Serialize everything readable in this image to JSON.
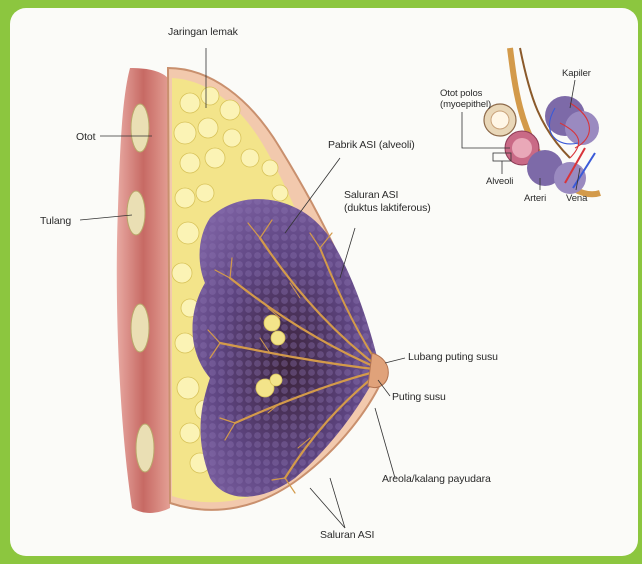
{
  "colors": {
    "border_green": "#8cc63f",
    "background": "#fbfbf8",
    "muscle": "#c9706a",
    "fat": "#f3e48a",
    "gland_tissue": "#5a3f7a",
    "ducts": "#c88a3a",
    "skin": "#f0c3a8",
    "bone": "#e6d7a6"
  },
  "labels": {
    "jaringan_lemak": "Jaringan lemak",
    "otot": "Otot",
    "tulang": "Tulang",
    "pabrik_asi": "Pabrik ASI (alveoli)",
    "saluran_asi_1": "Saluran ASI",
    "duktus": "(duktus laktiferous)",
    "lubang_puting": "Lubang puting susu",
    "puting_susu": "Puting susu",
    "areola": "Areola/kalang payudara",
    "saluran_asi_2": "Saluran ASI"
  },
  "inset": {
    "otot_polos_1": "Otot polos",
    "otot_polos_2": "(myoepithel)",
    "kapiler": "Kapiler",
    "alveoli": "Alveoli",
    "arteri": "Arteri",
    "vena": "Vena"
  }
}
